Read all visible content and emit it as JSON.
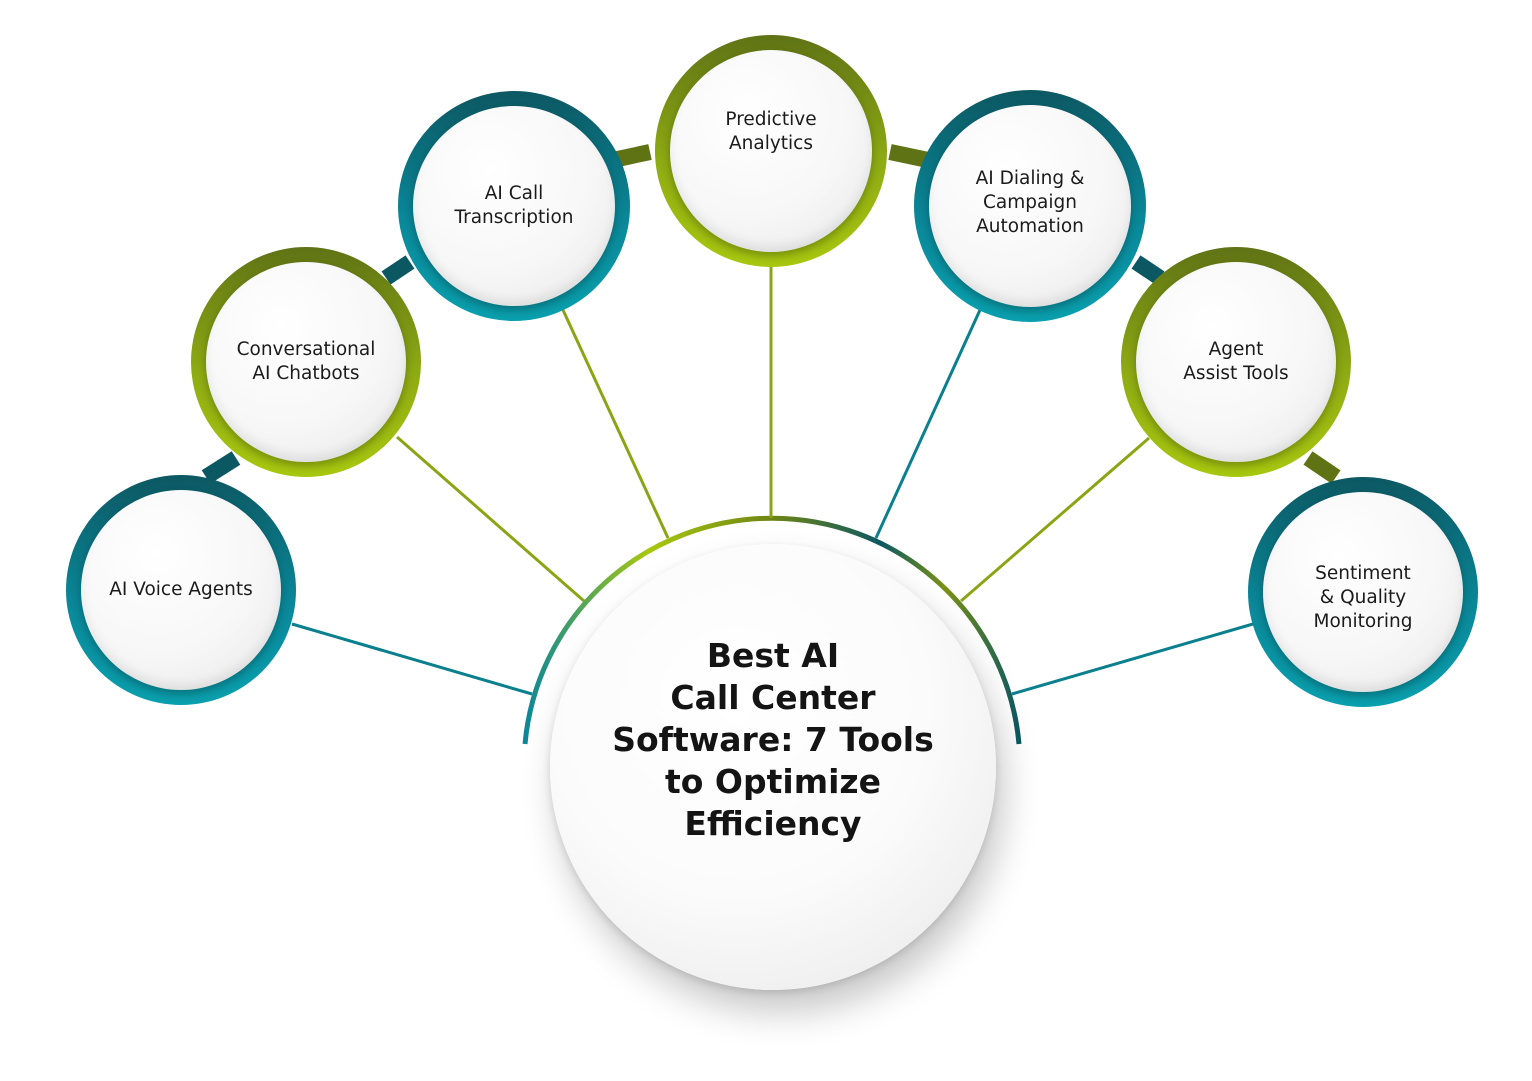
{
  "center": {
    "title": "Best AI\nCall Center\nSoftware: 7 Tools\nto Optimize\nEfficiency"
  },
  "nodes": [
    {
      "id": "ai-voice-agents",
      "label": "AI Voice Agents",
      "theme": "teal"
    },
    {
      "id": "conversational-ai-chatbots",
      "label": "Conversational\nAI Chatbots",
      "theme": "green"
    },
    {
      "id": "ai-call-transcription",
      "label": "AI Call\nTranscription",
      "theme": "teal"
    },
    {
      "id": "predictive-analytics",
      "label": "Predictive\nAnalytics",
      "theme": "green"
    },
    {
      "id": "ai-dialing-campaign-automation",
      "label": "AI Dialing &\nCampaign\nAutomation",
      "theme": "teal"
    },
    {
      "id": "agent-assist-tools",
      "label": "Agent\nAssist Tools",
      "theme": "green"
    },
    {
      "id": "sentiment-quality-monitoring",
      "label": "Sentiment\n& Quality\nMonitoring",
      "theme": "teal"
    }
  ],
  "colors": {
    "teal_dark": "#0c5862",
    "teal": "#0a8798",
    "green_dark": "#5f7315",
    "green": "#a8c80f",
    "text": "#1b1b1b"
  }
}
